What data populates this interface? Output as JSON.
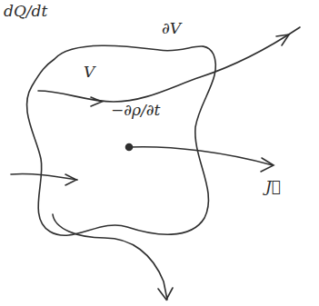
{
  "diagram": {
    "nodes": [
      {
        "text": [
          "∂V",
          "V",
          "−∂ρ/∂t"
        ]
      }
    ],
    "labels": [
      "dQ/dt",
      "J⃗"
    ]
  }
}
